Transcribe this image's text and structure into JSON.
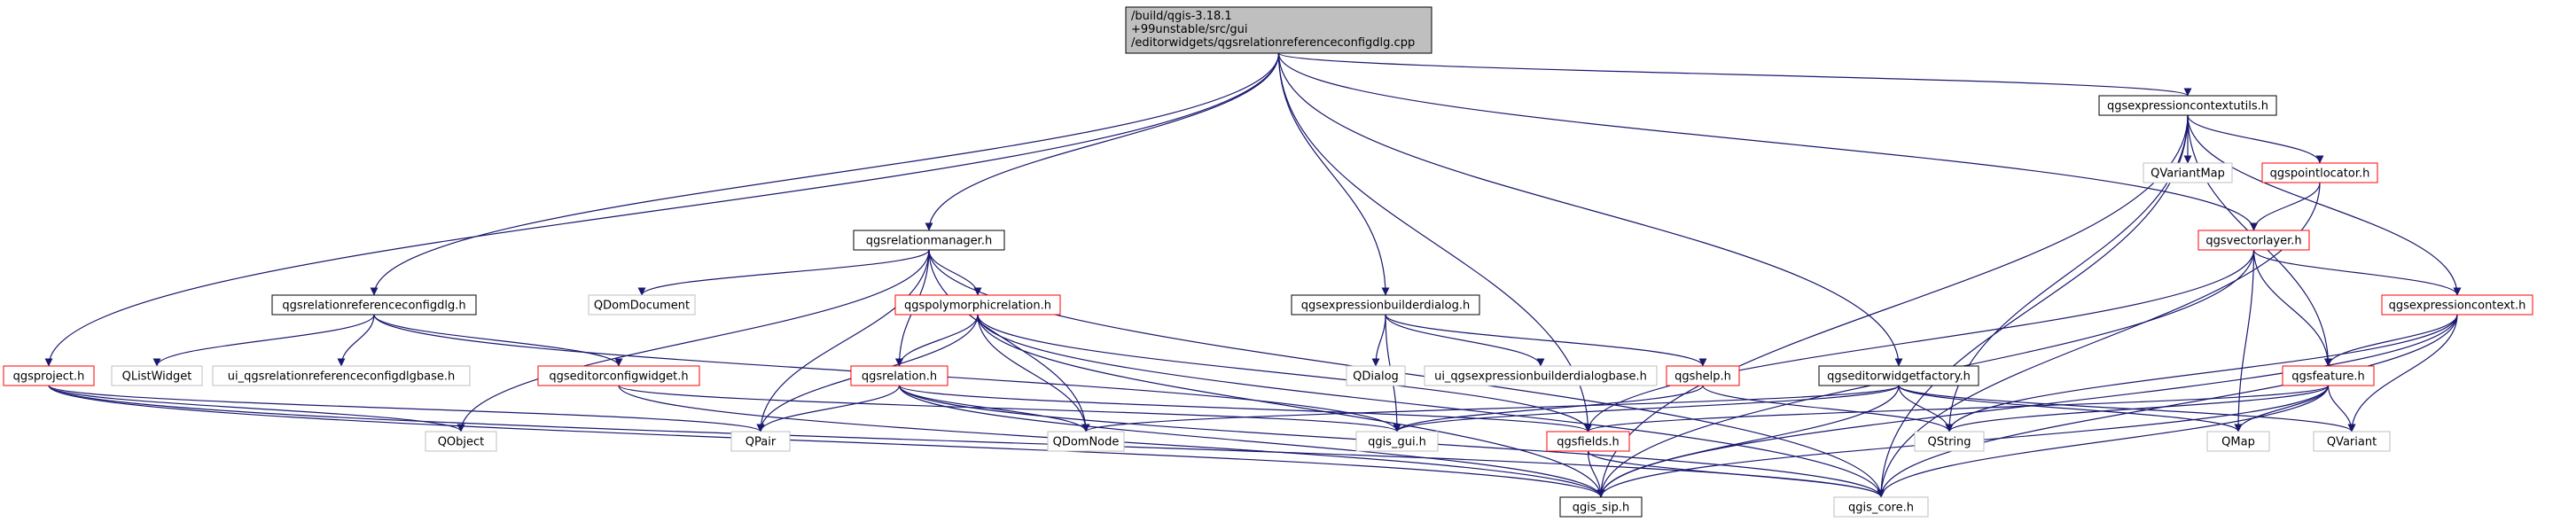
{
  "colors": {
    "edge": "#191970",
    "root_fill": "#bfbfbf",
    "box_black": "#000000",
    "box_red": "#ff0000",
    "box_gray": "#bfbfbf",
    "text": "#000000"
  },
  "nodes": [
    {
      "id": "root",
      "label": "/build/qgis-3.18.1\n+99unstable/src/gui\n/editorwidgets/qgsrelationreferenceconfigdlg.cpp",
      "style": "root"
    },
    {
      "id": "qgsproject_h",
      "label": "qgsproject.h",
      "style": "red"
    },
    {
      "id": "qgsrelationreferenceconfigdlg_h",
      "label": "qgsrelationreferenceconfigdlg.h",
      "style": "black"
    },
    {
      "id": "qgsrelationmanager_h",
      "label": "qgsrelationmanager.h",
      "style": "black"
    },
    {
      "id": "qgsexpressionbuilderdialog_h",
      "label": "qgsexpressionbuilderdialog.h",
      "style": "black"
    },
    {
      "id": "qgsexpressioncontextutils_h",
      "label": "qgsexpressioncontextutils.h",
      "style": "black"
    },
    {
      "id": "QVariantMap",
      "label": "QVariantMap",
      "style": "gray"
    },
    {
      "id": "qgspointlocator_h",
      "label": "qgspointlocator.h",
      "style": "red"
    },
    {
      "id": "qgsvectorlayer_h",
      "label": "qgsvectorlayer.h",
      "style": "red"
    },
    {
      "id": "qgsexpressioncontext_h",
      "label": "qgsexpressioncontext.h",
      "style": "red"
    },
    {
      "id": "qgsfeature_h",
      "label": "qgsfeature.h",
      "style": "red"
    },
    {
      "id": "qgseditorwidgetfactory_h",
      "label": "qgseditorwidgetfactory.h",
      "style": "black"
    },
    {
      "id": "qgshelp_h",
      "label": "qgshelp.h",
      "style": "red"
    },
    {
      "id": "QDialog",
      "label": "QDialog",
      "style": "gray"
    },
    {
      "id": "ui_qgsexpressionbuilderdialogbase_h",
      "label": "ui_qgsexpressionbuilderdialogbase.h",
      "style": "gray"
    },
    {
      "id": "QDomDocument",
      "label": "QDomDocument",
      "style": "gray"
    },
    {
      "id": "qgspolymorphicrelation_h",
      "label": "qgspolymorphicrelation.h",
      "style": "red"
    },
    {
      "id": "qgsrelation_h",
      "label": "qgsrelation.h",
      "style": "red"
    },
    {
      "id": "QListWidget",
      "label": "QListWidget",
      "style": "gray"
    },
    {
      "id": "ui_qgsrelationreferenceconfigdlgbase_h",
      "label": "ui_qgsrelationreferenceconfigdlgbase.h",
      "style": "gray"
    },
    {
      "id": "qgseditorconfigwidget_h",
      "label": "qgseditorconfigwidget.h",
      "style": "red"
    },
    {
      "id": "QObject",
      "label": "QObject",
      "style": "gray"
    },
    {
      "id": "QPair",
      "label": "QPair",
      "style": "gray"
    },
    {
      "id": "QDomNode",
      "label": "QDomNode",
      "style": "gray"
    },
    {
      "id": "qgis_gui_h",
      "label": "qgis_gui.h",
      "style": "gray"
    },
    {
      "id": "qgsfields_h",
      "label": "qgsfields.h",
      "style": "red"
    },
    {
      "id": "QString",
      "label": "QString",
      "style": "gray"
    },
    {
      "id": "QMap",
      "label": "QMap",
      "style": "gray"
    },
    {
      "id": "QVariant",
      "label": "QVariant",
      "style": "gray"
    },
    {
      "id": "qgis_sip_h",
      "label": "qgis_sip.h",
      "style": "black"
    },
    {
      "id": "qgis_core_h",
      "label": "qgis_core.h",
      "style": "gray"
    }
  ],
  "edges": [
    [
      "root",
      "qgsproject_h"
    ],
    [
      "root",
      "qgsrelationreferenceconfigdlg_h"
    ],
    [
      "root",
      "qgsrelationmanager_h"
    ],
    [
      "root",
      "qgsexpressionbuilderdialog_h"
    ],
    [
      "root",
      "qgsexpressioncontextutils_h"
    ],
    [
      "root",
      "qgsvectorlayer_h"
    ],
    [
      "root",
      "qgseditorwidgetfactory_h"
    ],
    [
      "root",
      "qgsfields_h"
    ],
    [
      "qgsproject_h",
      "QObject"
    ],
    [
      "qgsproject_h",
      "QPair"
    ],
    [
      "qgsproject_h",
      "qgis_sip_h"
    ],
    [
      "qgsproject_h",
      "qgis_core_h"
    ],
    [
      "qgsrelationreferenceconfigdlg_h",
      "QListWidget"
    ],
    [
      "qgsrelationreferenceconfigdlg_h",
      "ui_qgsrelationreferenceconfigdlgbase_h"
    ],
    [
      "qgsrelationreferenceconfigdlg_h",
      "qgseditorconfigwidget_h"
    ],
    [
      "qgsrelationreferenceconfigdlg_h",
      "qgis_gui_h"
    ],
    [
      "qgsrelationmanager_h",
      "QDomDocument"
    ],
    [
      "qgsrelationmanager_h",
      "qgspolymorphicrelation_h"
    ],
    [
      "qgsrelationmanager_h",
      "qgsrelation_h"
    ],
    [
      "qgsrelationmanager_h",
      "QObject"
    ],
    [
      "qgsrelationmanager_h",
      "QPair"
    ],
    [
      "qgsrelationmanager_h",
      "QDomNode"
    ],
    [
      "qgsrelationmanager_h",
      "qgis_core_h"
    ],
    [
      "qgspolymorphicrelation_h",
      "qgsrelation_h"
    ],
    [
      "qgspolymorphicrelation_h",
      "QPair"
    ],
    [
      "qgspolymorphicrelation_h",
      "QDomNode"
    ],
    [
      "qgspolymorphicrelation_h",
      "qgsfields_h"
    ],
    [
      "qgspolymorphicrelation_h",
      "qgis_sip_h"
    ],
    [
      "qgspolymorphicrelation_h",
      "qgis_core_h"
    ],
    [
      "qgsrelation_h",
      "QPair"
    ],
    [
      "qgsrelation_h",
      "QDomNode"
    ],
    [
      "qgsrelation_h",
      "qgsfields_h"
    ],
    [
      "qgsrelation_h",
      "qgis_sip_h"
    ],
    [
      "qgsrelation_h",
      "qgis_core_h"
    ],
    [
      "qgseditorconfigwidget_h",
      "qgis_gui_h"
    ],
    [
      "qgseditorconfigwidget_h",
      "qgis_sip_h"
    ],
    [
      "qgsexpressionbuilderdialog_h",
      "QDialog"
    ],
    [
      "qgsexpressionbuilderdialog_h",
      "ui_qgsexpressionbuilderdialogbase_h"
    ],
    [
      "qgsexpressionbuilderdialog_h",
      "qgshelp_h"
    ],
    [
      "qgsexpressionbuilderdialog_h",
      "qgis_gui_h"
    ],
    [
      "qgshelp_h",
      "QString"
    ],
    [
      "qgshelp_h",
      "qgis_gui_h"
    ],
    [
      "qgseditorwidgetfactory_h",
      "QDomNode"
    ],
    [
      "qgseditorwidgetfactory_h",
      "qgis_gui_h"
    ],
    [
      "qgseditorwidgetfactory_h",
      "QString"
    ],
    [
      "qgseditorwidgetfactory_h",
      "QMap"
    ],
    [
      "qgseditorwidgetfactory_h",
      "QVariant"
    ],
    [
      "qgseditorwidgetfactory_h",
      "qgis_sip_h"
    ],
    [
      "qgsexpressioncontextutils_h",
      "QVariantMap"
    ],
    [
      "qgsexpressioncontextutils_h",
      "qgspointlocator_h"
    ],
    [
      "qgsexpressioncontextutils_h",
      "qgsexpressioncontext_h"
    ],
    [
      "qgsexpressioncontextutils_h",
      "qgsfeature_h"
    ],
    [
      "qgsexpressioncontextutils_h",
      "QString"
    ],
    [
      "qgsexpressioncontextutils_h",
      "qgis_sip_h"
    ],
    [
      "qgsexpressioncontextutils_h",
      "qgis_core_h"
    ],
    [
      "qgspointlocator_h",
      "qgsvectorlayer_h"
    ],
    [
      "qgspointlocator_h",
      "qgis_core_h"
    ],
    [
      "qgsvectorlayer_h",
      "qgsexpressioncontext_h"
    ],
    [
      "qgsvectorlayer_h",
      "qgsfeature_h"
    ],
    [
      "qgsvectorlayer_h",
      "qgsfields_h"
    ],
    [
      "qgsvectorlayer_h",
      "QMap"
    ],
    [
      "qgsvectorlayer_h",
      "qgis_sip_h"
    ],
    [
      "qgsexpressioncontext_h",
      "qgsfeature_h"
    ],
    [
      "qgsexpressioncontext_h",
      "QString"
    ],
    [
      "qgsexpressioncontext_h",
      "QVariant"
    ],
    [
      "qgsexpressioncontext_h",
      "qgis_sip_h"
    ],
    [
      "qgsexpressioncontext_h",
      "qgis_core_h"
    ],
    [
      "qgsfeature_h",
      "qgsfields_h"
    ],
    [
      "qgsfeature_h",
      "QString"
    ],
    [
      "qgsfeature_h",
      "QMap"
    ],
    [
      "qgsfeature_h",
      "QVariant"
    ],
    [
      "qgsfeature_h",
      "qgis_sip_h"
    ],
    [
      "qgsfeature_h",
      "qgis_core_h"
    ],
    [
      "qgsfields_h",
      "qgis_sip_h"
    ],
    [
      "qgsfields_h",
      "qgis_core_h"
    ]
  ]
}
